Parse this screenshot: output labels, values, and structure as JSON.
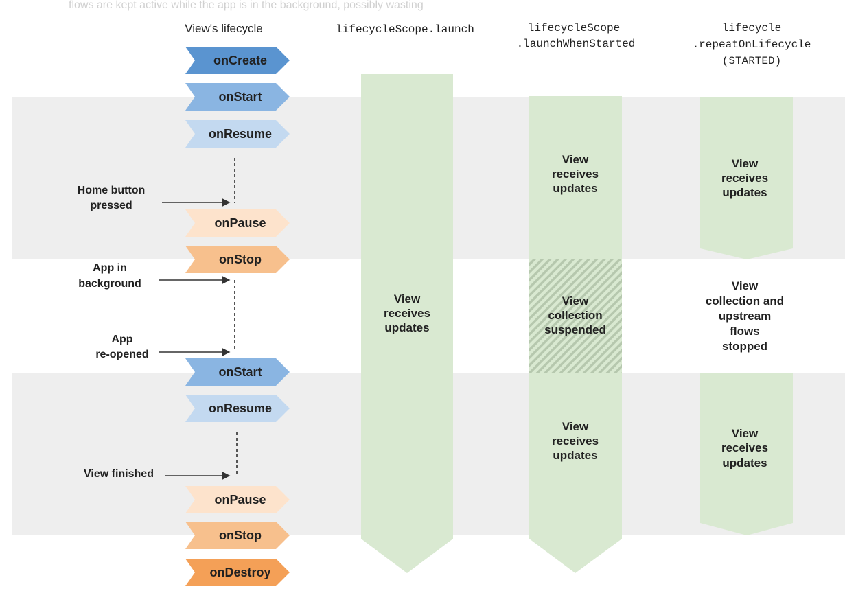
{
  "top_cut_text": "flows are kept active while the app is in the background, possibly wasting",
  "headers": {
    "views_lifecycle": "View's lifecycle",
    "launch": "lifecycleScope.launch",
    "launch_when_started": [
      "lifecycleScope",
      ".launchWhenStarted"
    ],
    "repeat_on_lifecycle": [
      "lifecycle",
      ".repeatOnLifecycle",
      "(STARTED)"
    ]
  },
  "events": [
    {
      "label": "onCreate",
      "color": "#5a94d0"
    },
    {
      "label": "onStart",
      "color": "#8ab5e2"
    },
    {
      "label": "onResume",
      "color": "#c3d9f0"
    },
    {
      "label": "onPause",
      "color": "#fde3cc"
    },
    {
      "label": "onStop",
      "color": "#f7c08d"
    },
    {
      "label": "onStart",
      "color": "#8ab5e2"
    },
    {
      "label": "onResume",
      "color": "#c3d9f0"
    },
    {
      "label": "onPause",
      "color": "#fde3cc"
    },
    {
      "label": "onStop",
      "color": "#f7c08d"
    },
    {
      "label": "onDestroy",
      "color": "#f4a057"
    }
  ],
  "side_notes": [
    [
      "Home button",
      "pressed"
    ],
    [
      "App in",
      "background"
    ],
    [
      "App",
      "re-opened"
    ],
    [
      "View finished"
    ]
  ],
  "launch_column": [
    "View",
    "receives",
    "updates"
  ],
  "launch_when_started_column": {
    "first": [
      "View",
      "receives",
      "updates"
    ],
    "suspended": [
      "View",
      "collection",
      "suspended"
    ],
    "second": [
      "View",
      "receives",
      "updates"
    ]
  },
  "repeat_column": {
    "first": [
      "View",
      "receives",
      "updates"
    ],
    "stopped": [
      "View",
      "collection and",
      "upstream",
      "flows",
      "stopped"
    ],
    "second": [
      "View",
      "receives",
      "updates"
    ]
  },
  "colors": {
    "band": "#eeeeee",
    "bar": "#d9e9d1",
    "hatch": "#b6c8ae",
    "text": "#212121",
    "line": "#333333"
  }
}
